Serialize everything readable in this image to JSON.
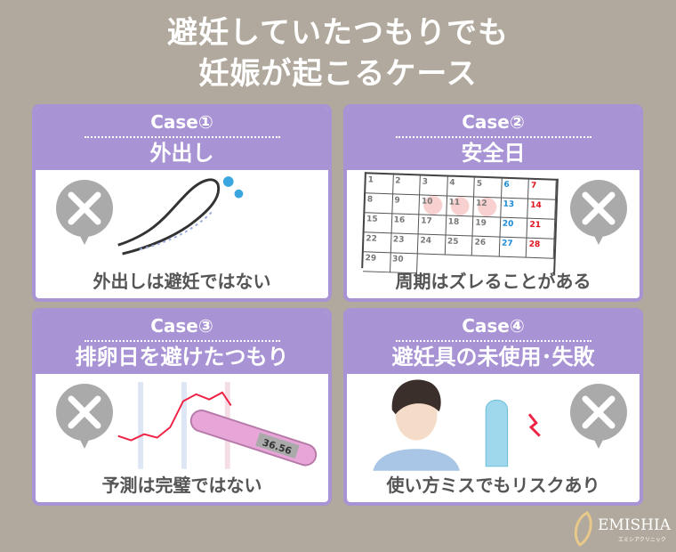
{
  "title": {
    "line1": "避妊していたつもりでも",
    "line2": "妊娠が起こるケース"
  },
  "cases": [
    {
      "case": "Case①",
      "name": "外出し",
      "caption": "外出しは避妊ではない"
    },
    {
      "case": "Case②",
      "name": "安全日",
      "caption": "周期はズレることがある"
    },
    {
      "case": "Case③",
      "name": "排卵日を避けたつもり",
      "caption": "予測は完璧ではない"
    },
    {
      "case": "Case④",
      "name": "避妊具の未使用･失敗",
      "caption": "使い方ミスでもリスクあり"
    }
  ],
  "calendar": {
    "days": [
      "1",
      "2",
      "3",
      "4",
      "5",
      "6",
      "7",
      "8",
      "9",
      "10",
      "11",
      "12",
      "13",
      "14",
      "15",
      "16",
      "17",
      "18",
      "19",
      "20",
      "21",
      "22",
      "23",
      "24",
      "25",
      "26",
      "27",
      "28",
      "29",
      "30"
    ]
  },
  "thermometer": {
    "reading": "36.56"
  },
  "logo": {
    "name": "EMISHIA",
    "sub": "エミシアクリニック"
  },
  "colors": {
    "accent": "#a893d4",
    "background": "#b1a99d"
  },
  "icons": {
    "mark": "cross-mark-bubble-icon"
  }
}
